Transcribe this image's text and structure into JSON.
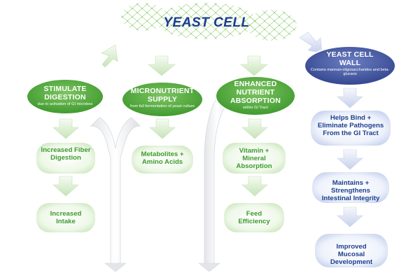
{
  "title": "YEAST CELL",
  "colors": {
    "green_dark": "#4ea63a",
    "green_light": "#e6f4df",
    "green_text": "#3e9b2d",
    "blue_dark": "#3e4f9c",
    "blue_light": "#e6ecf9",
    "blue_text": "#1c3f8e"
  },
  "branches": [
    {
      "header": "STIMULATE DIGESTION",
      "sub": "due to activation of GI microbes",
      "steps": [
        "Increased Fiber Digestion",
        "Increased Intake"
      ]
    },
    {
      "header": "MICRONUTRIENT SUPPLY",
      "sub": "from full fermentation of yeast culture",
      "steps": [
        "Metabolites + Amino Acids"
      ]
    },
    {
      "header": "ENHANCED NUTRIENT ABSORPTION",
      "sub": "within GI Tract",
      "steps": [
        "Vitamin + Mineral Absorption",
        "Feed Efficiency"
      ]
    }
  ],
  "cell_wall": {
    "header": "YEAST CELL WALL",
    "sub": "Contains mannan-oligosaccharides and beta-glucans",
    "steps": [
      "Helps Bind + Eliminate Pathogens From the GI Tract",
      "Maintains + Strengthens Intestinal Integrity",
      "Improved Mucosal Development"
    ]
  }
}
